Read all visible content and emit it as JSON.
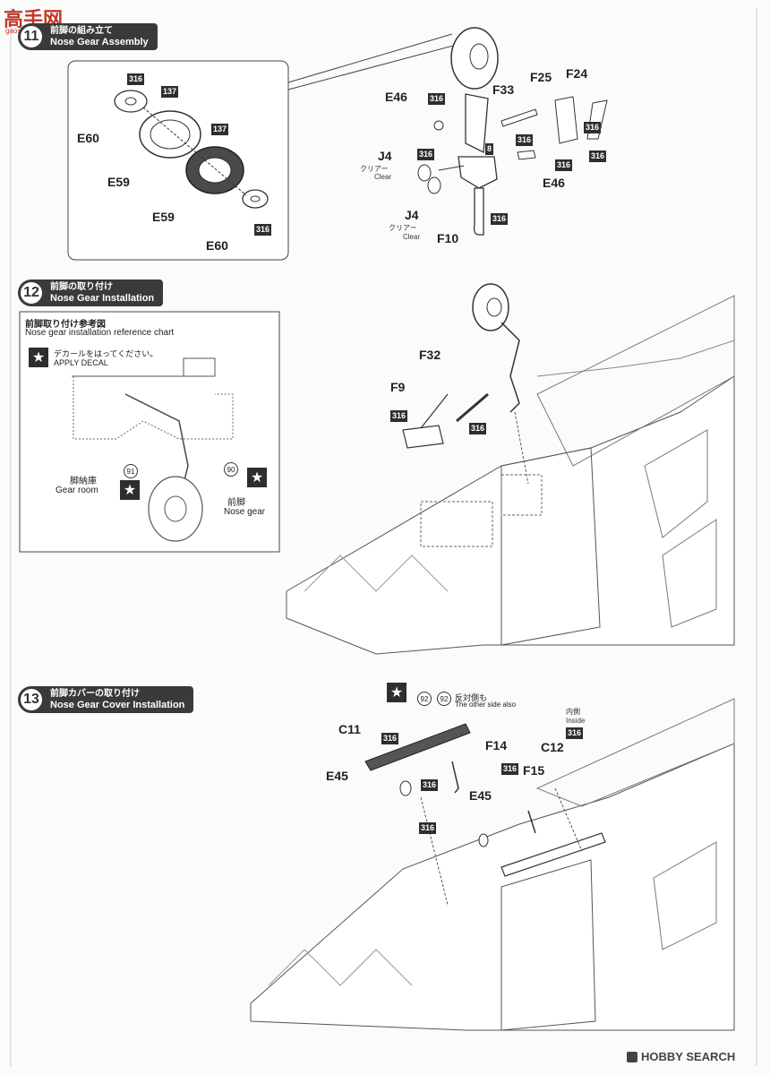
{
  "watermark": {
    "cn_text": "高手网",
    "url": "gaoshou.net"
  },
  "footer": {
    "brand": "HOBBY SEARCH"
  },
  "step11": {
    "number": "11",
    "title_jp": "前脚の組み立て",
    "title_en": "Nose Gear Assembly",
    "parts": {
      "e60a": "E60",
      "e59a": "E59",
      "e59b": "E59",
      "e60b": "E60",
      "e46a": "E46",
      "e46b": "E46",
      "f33": "F33",
      "f25": "F25",
      "f24": "F24",
      "j4a": "J4",
      "j4b": "J4",
      "f10": "F10"
    },
    "paints": {
      "p1": "316",
      "p2": "137",
      "p3": "137",
      "p4": "316",
      "p5": "316",
      "p6": "8",
      "p7": "316",
      "p8": "316",
      "p9": "316",
      "p10": "316",
      "p11": "316",
      "p12": "316"
    },
    "clear_jp": "クリアー",
    "clear_en": "Clear"
  },
  "step12": {
    "number": "12",
    "title_jp": "前脚の取り付け",
    "title_en": "Nose Gear Installation",
    "ref_title_jp": "前脚取り付け参考図",
    "ref_title_en": "Nose gear installation reference chart",
    "decal_note_jp": "デカールをはってください。",
    "decal_note_en": "APPLY DECAL",
    "gear_room_jp": "脚納庫",
    "gear_room_en": "Gear room",
    "nose_gear_jp": "前脚",
    "nose_gear_en": "Nose gear",
    "decal_91": "91",
    "decal_90": "90",
    "parts": {
      "f32": "F32",
      "f9": "F9"
    },
    "paints": {
      "p1": "316",
      "p2": "316"
    }
  },
  "step13": {
    "number": "13",
    "title_jp": "前脚カバーの取り付け",
    "title_en": "Nose Gear Cover Installation",
    "decal_92a": "92",
    "decal_92b": "92",
    "other_side_jp": "反対側も",
    "other_side_en": "The other side also",
    "inside_jp": "内側",
    "inside_en": "Inside",
    "parts": {
      "c11": "C11",
      "f14": "F14",
      "c12": "C12",
      "e45a": "E45",
      "f15": "F15",
      "e45b": "E45"
    },
    "paints": {
      "p1": "316",
      "p2": "316",
      "p3": "316",
      "p4": "316",
      "p5": "316"
    }
  },
  "colors": {
    "header_bg": "#3a3a3a",
    "paint_box": "#2e2e2e",
    "line": "#333333"
  }
}
